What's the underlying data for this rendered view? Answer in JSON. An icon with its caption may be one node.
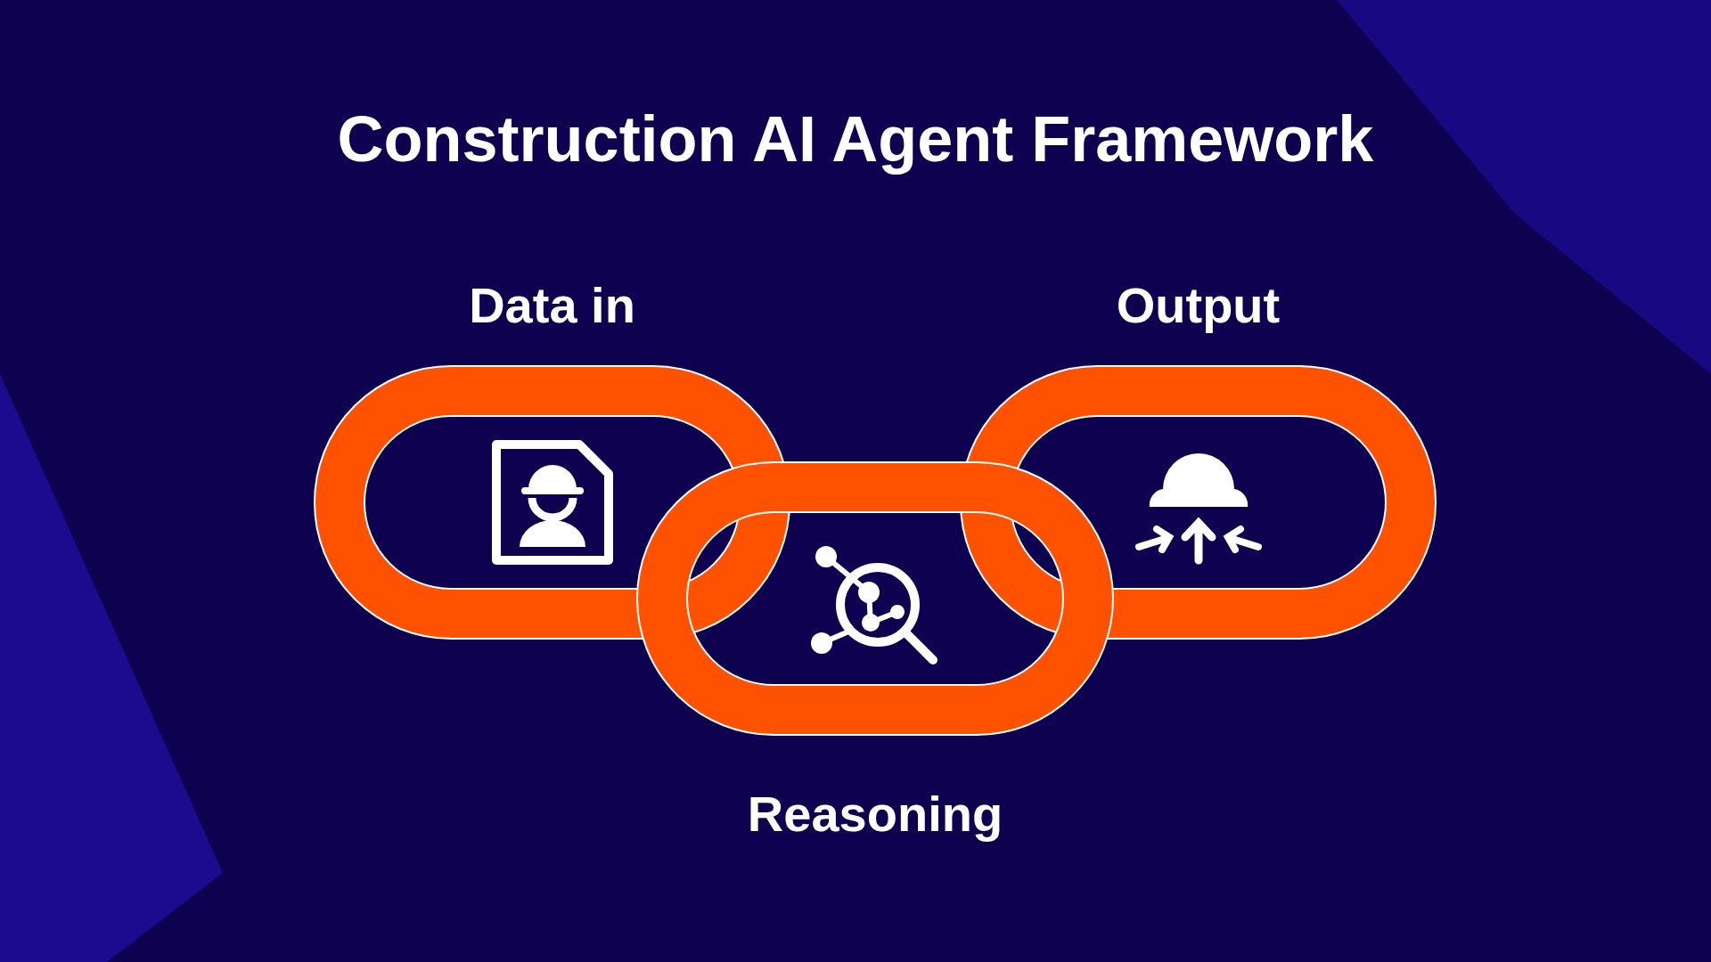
{
  "diagram": {
    "title": "Construction AI Agent Framework",
    "nodes": [
      {
        "text": [
          "Data in"
        ]
      },
      {
        "text": [
          "Reasoning"
        ]
      },
      {
        "text": [
          "Output"
        ]
      }
    ]
  }
}
